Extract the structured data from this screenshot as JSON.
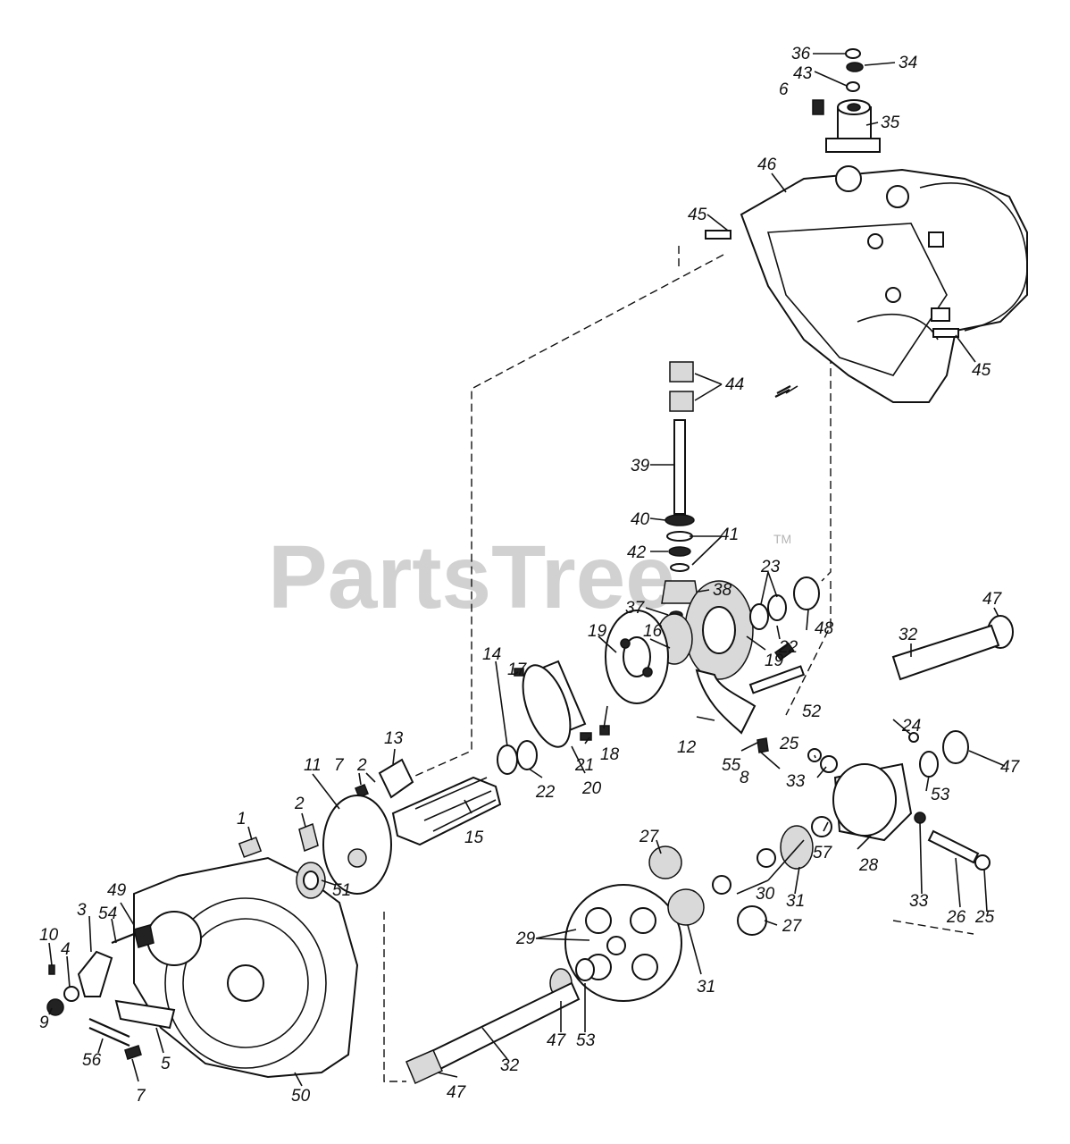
{
  "watermark": {
    "brand": "PartsTree",
    "tm": "TM"
  },
  "callouts": {
    "c1": "1",
    "c2a": "2",
    "c2b": "2",
    "c3": "3",
    "c4": "4",
    "c5": "5",
    "c6": "6",
    "c7a": "7",
    "c7b": "7",
    "c8": "8",
    "c9": "9",
    "c10": "10",
    "c11": "11",
    "c12": "12",
    "c13": "13",
    "c14": "14",
    "c15": "15",
    "c16": "16",
    "c17": "17",
    "c18": "18",
    "c19a": "19",
    "c19b": "19",
    "c20": "20",
    "c21": "21",
    "c22a": "22",
    "c22b": "22",
    "c23": "23",
    "c24": "24",
    "c25a": "25",
    "c25b": "25",
    "c26": "26",
    "c27a": "27",
    "c27b": "27",
    "c28": "28",
    "c29": "29",
    "c30": "30",
    "c31a": "31",
    "c31b": "31",
    "c32a": "32",
    "c32b": "32",
    "c33a": "33",
    "c33b": "33",
    "c34": "34",
    "c35": "35",
    "c36": "36",
    "c37": "37",
    "c38": "38",
    "c39": "39",
    "c40": "40",
    "c41": "41",
    "c42": "42",
    "c43": "43",
    "c44": "44",
    "c45a": "45",
    "c45b": "45",
    "c46": "46",
    "c47a": "47",
    "c47b": "47",
    "c47c": "47",
    "c47d": "47",
    "c48": "48",
    "c49": "49",
    "c50": "50",
    "c51": "51",
    "c52": "52",
    "c53a": "53",
    "c53b": "53",
    "c54": "54",
    "c55": "55",
    "c56": "56",
    "c57": "57"
  }
}
